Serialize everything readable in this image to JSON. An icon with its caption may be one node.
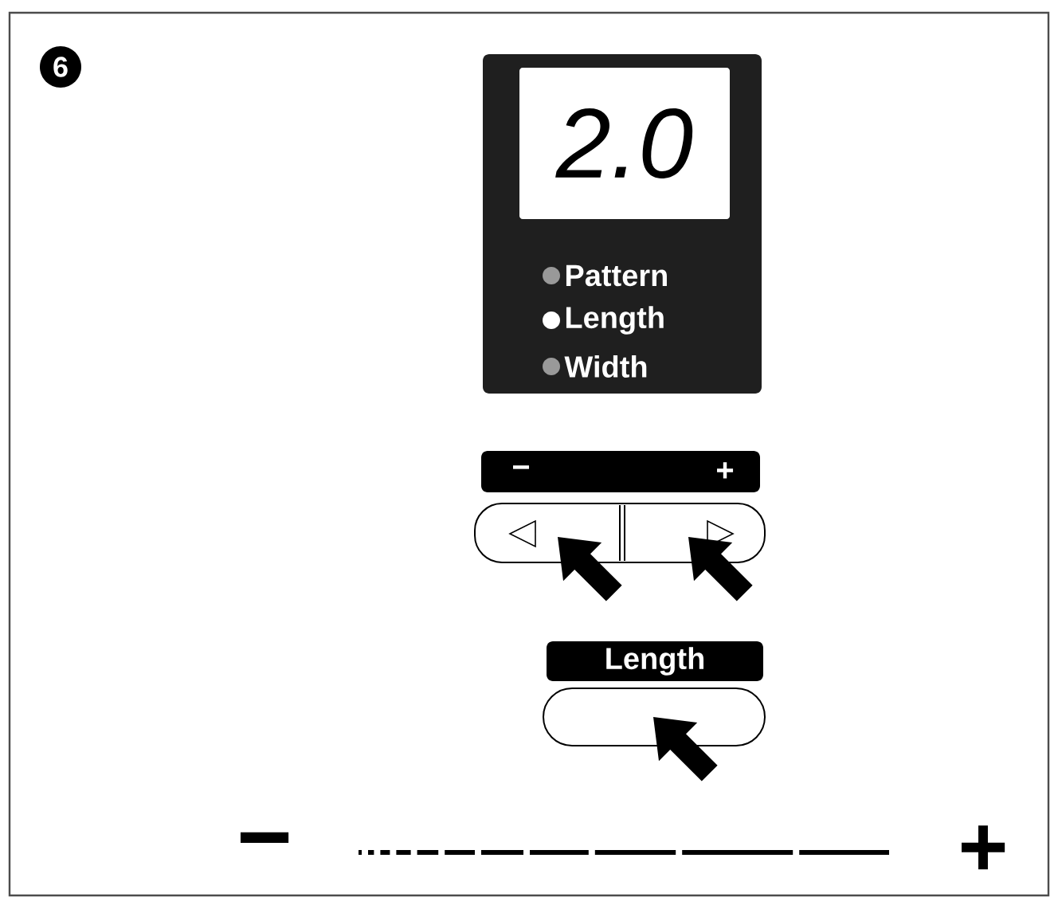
{
  "diagram": {
    "labels": [
      "6",
      "2.0",
      "Pattern",
      "Length",
      "Width",
      "−",
      "+",
      "Length",
      "−",
      "+"
    ]
  }
}
